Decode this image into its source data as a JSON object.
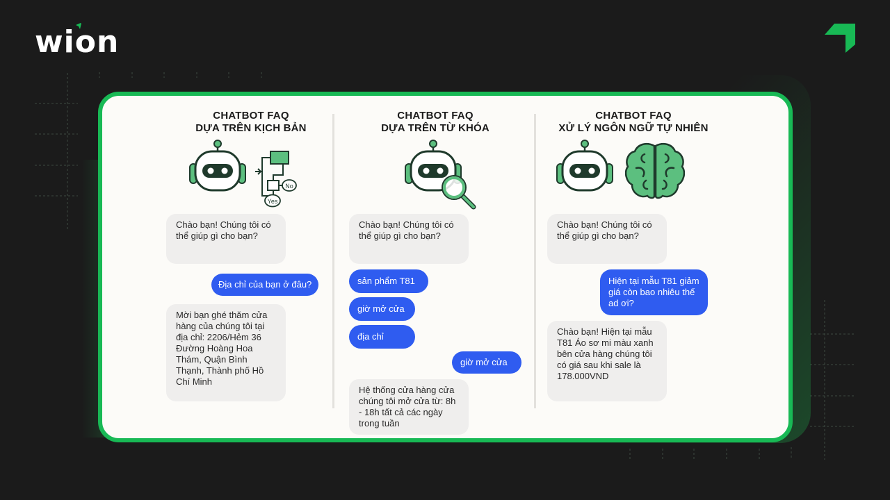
{
  "brand": {
    "logo_text": "wion",
    "accent_color": "#18b955",
    "background": "#1b1b1b"
  },
  "colors": {
    "card_border": "#18b955",
    "card_bg": "#fcfbf8",
    "bot_bubble": "#efeeed",
    "user_bubble": "#2f5cf0",
    "icon_green": "#5cbf7f",
    "icon_dark": "#1f3a2c"
  },
  "columns": [
    {
      "title_line1": "CHATBOT FAQ",
      "title_line2": "DỰA TRÊN KỊCH BẢN",
      "icon": "robot-with-flowchart-icon",
      "flowchart": {
        "no_label": "No",
        "yes_label": "Yes"
      },
      "messages": [
        {
          "role": "bot",
          "text": "Chào bạn! Chúng tôi có thể giúp gì cho bạn?"
        },
        {
          "role": "user",
          "text": "Địa chỉ của bạn ở đâu?"
        },
        {
          "role": "bot",
          "text": "Mời bạn ghé thăm cửa hàng của chúng tôi tại địa chỉ: 2206/Hẻm 36 Đường Hoàng Hoa Thám, Quận Bình Thạnh, Thành phố Hồ Chí Minh"
        }
      ]
    },
    {
      "title_line1": "CHATBOT FAQ",
      "title_line2": "DỰA TRÊN TỪ KHÓA",
      "icon": "robot-with-magnifier-icon",
      "messages": [
        {
          "role": "bot",
          "text": "Chào bạn! Chúng tôi có thể giúp gì cho bạn?"
        },
        {
          "role": "keyword",
          "text": "sản phẩm T81"
        },
        {
          "role": "keyword",
          "text": "giờ mở cửa"
        },
        {
          "role": "keyword",
          "text": "địa chỉ"
        },
        {
          "role": "user",
          "text": "giờ mở cửa"
        },
        {
          "role": "bot",
          "text": "Hệ thống cửa hàng cửa chúng tôi mở cửa từ: 8h - 18h tất cả các ngày trong tuần"
        }
      ]
    },
    {
      "title_line1": "CHATBOT FAQ",
      "title_line2": "XỬ LÝ NGÔN NGỮ TỰ NHIÊN",
      "icon": "robot-with-brain-icon",
      "messages": [
        {
          "role": "bot",
          "text": "Chào bạn! Chúng tôi có thể giúp gì cho bạn?"
        },
        {
          "role": "user",
          "text": "Hiện tại mẫu T81 giảm giá còn bao nhiêu thế ad ơi?"
        },
        {
          "role": "bot",
          "text": "Chào bạn! Hiện tại mẫu T81 Áo sơ mi màu xanh bên cửa hàng chúng tôi có giá sau khi sale là 178.000VND"
        }
      ]
    }
  ]
}
